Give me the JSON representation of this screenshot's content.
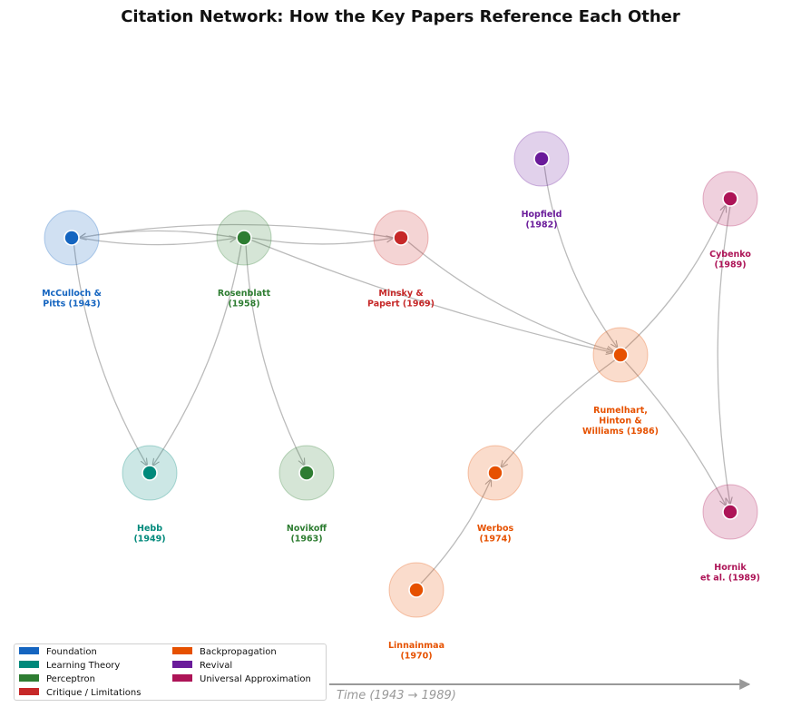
{
  "title": "Citation Network: How the Key Papers Reference Each Other",
  "time_axis_label": "Time (1943 → 1989)",
  "categories": [
    {
      "key": "foundation",
      "label": "Foundation",
      "color": "#1565c0"
    },
    {
      "key": "learning",
      "label": "Learning Theory",
      "color": "#00897b"
    },
    {
      "key": "perceptron",
      "label": "Perceptron",
      "color": "#2e7d32"
    },
    {
      "key": "critique",
      "label": "Critique / Limitations",
      "color": "#c62828"
    },
    {
      "key": "backprop",
      "label": "Backpropagation",
      "color": "#e65100"
    },
    {
      "key": "revival",
      "label": "Revival",
      "color": "#6a1b9a"
    },
    {
      "key": "universal",
      "label": "Universal Approximation",
      "color": "#ad1457"
    }
  ],
  "nodes": [
    {
      "id": "mcculloch",
      "label": [
        "McCulloch &",
        "Pitts (1943)"
      ],
      "category": "foundation"
    },
    {
      "id": "rosenblatt",
      "label": [
        "Rosenblatt",
        "(1958)"
      ],
      "category": "perceptron"
    },
    {
      "id": "minsky",
      "label": [
        "Minsky &",
        "Papert (1969)"
      ],
      "category": "critique"
    },
    {
      "id": "hopfield",
      "label": [
        "Hopfield",
        "(1982)"
      ],
      "category": "revival"
    },
    {
      "id": "cybenko",
      "label": [
        "Cybenko",
        "(1989)"
      ],
      "category": "universal"
    },
    {
      "id": "rumelhart",
      "label": [
        "Rumelhart,",
        "Hinton &",
        "Williams (1986)"
      ],
      "category": "backprop"
    },
    {
      "id": "hebb",
      "label": [
        "Hebb",
        "(1949)"
      ],
      "category": "learning"
    },
    {
      "id": "novikoff",
      "label": [
        "Novikoff",
        "(1963)"
      ],
      "category": "perceptron"
    },
    {
      "id": "werbos",
      "label": [
        "Werbos",
        "(1974)"
      ],
      "category": "backprop"
    },
    {
      "id": "hornik",
      "label": [
        "Hornik",
        "et al. (1989)"
      ],
      "category": "universal"
    },
    {
      "id": "linnainmaa",
      "label": [
        "Linnainmaa",
        "(1970)"
      ],
      "category": "backprop"
    }
  ],
  "edges": [
    {
      "from": "rosenblatt",
      "to": "mcculloch"
    },
    {
      "from": "minsky",
      "to": "mcculloch"
    },
    {
      "from": "mcculloch",
      "to": "rosenblatt"
    },
    {
      "from": "rosenblatt",
      "to": "minsky"
    },
    {
      "from": "mcculloch",
      "to": "hebb"
    },
    {
      "from": "rosenblatt",
      "to": "hebb"
    },
    {
      "from": "rosenblatt",
      "to": "novikoff"
    },
    {
      "from": "minsky",
      "to": "rumelhart"
    },
    {
      "from": "rosenblatt",
      "to": "rumelhart"
    },
    {
      "from": "hopfield",
      "to": "rumelhart"
    },
    {
      "from": "rumelhart",
      "to": "cybenko"
    },
    {
      "from": "rumelhart",
      "to": "hornik"
    },
    {
      "from": "cybenko",
      "to": "hornik"
    },
    {
      "from": "rumelhart",
      "to": "werbos"
    },
    {
      "from": "linnainmaa",
      "to": "werbos"
    }
  ]
}
